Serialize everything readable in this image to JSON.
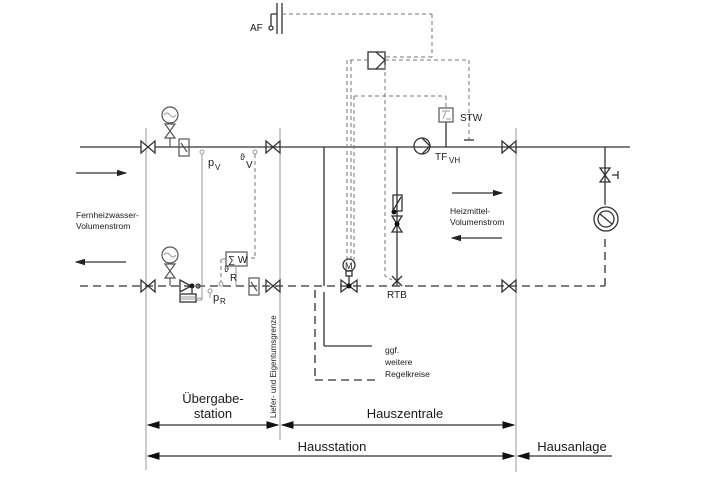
{
  "title": "Fernwärme-Hausstation Schema",
  "colors": {
    "line": "#333333",
    "dashed": "#555555",
    "light": "#999999",
    "background": "#ffffff"
  },
  "labels": {
    "outdoor_sensor": "AF",
    "safety_thermostat": "STW",
    "flow_sensor": "TF",
    "flow_sensor_sub": "VH",
    "return_limiter": "RTB",
    "pressure_flow": "p",
    "pressure_flow_sub": "V",
    "temp_flow": "ϑ",
    "temp_flow_sub": "V",
    "pressure_return": "p",
    "pressure_return_sub": "R",
    "temp_return": "ϑ",
    "temp_return_sub": "R",
    "heat_meter": "∑ W",
    "motor": "M",
    "district_flow_line1": "Fernheizwasser-",
    "district_flow_line2": "Volumenstrom",
    "heating_flow_line1": "Heizmittel-",
    "heating_flow_line2": "Volumenstrom",
    "other_circuits_line1": "ggf.",
    "other_circuits_line2": "weitere",
    "other_circuits_line3": "Regelkreise",
    "boundary": "Liefer- und Eigentumsgrenze"
  },
  "sections": {
    "transfer_station_line1": "Übergabe-",
    "transfer_station_line2": "station",
    "house_central": "Hauszentrale",
    "house_station": "Hausstation",
    "house_system": "Hausanlage"
  },
  "icons": [
    "outdoor-sensor-icon",
    "controller-icon",
    "thermostat-icon",
    "pump-icon",
    "valve-icon",
    "pressure-gauge-icon",
    "heat-meter-icon",
    "motor-icon",
    "radiator-icon",
    "flow-arrow-icon",
    "strainer-icon",
    "check-valve-icon"
  ]
}
